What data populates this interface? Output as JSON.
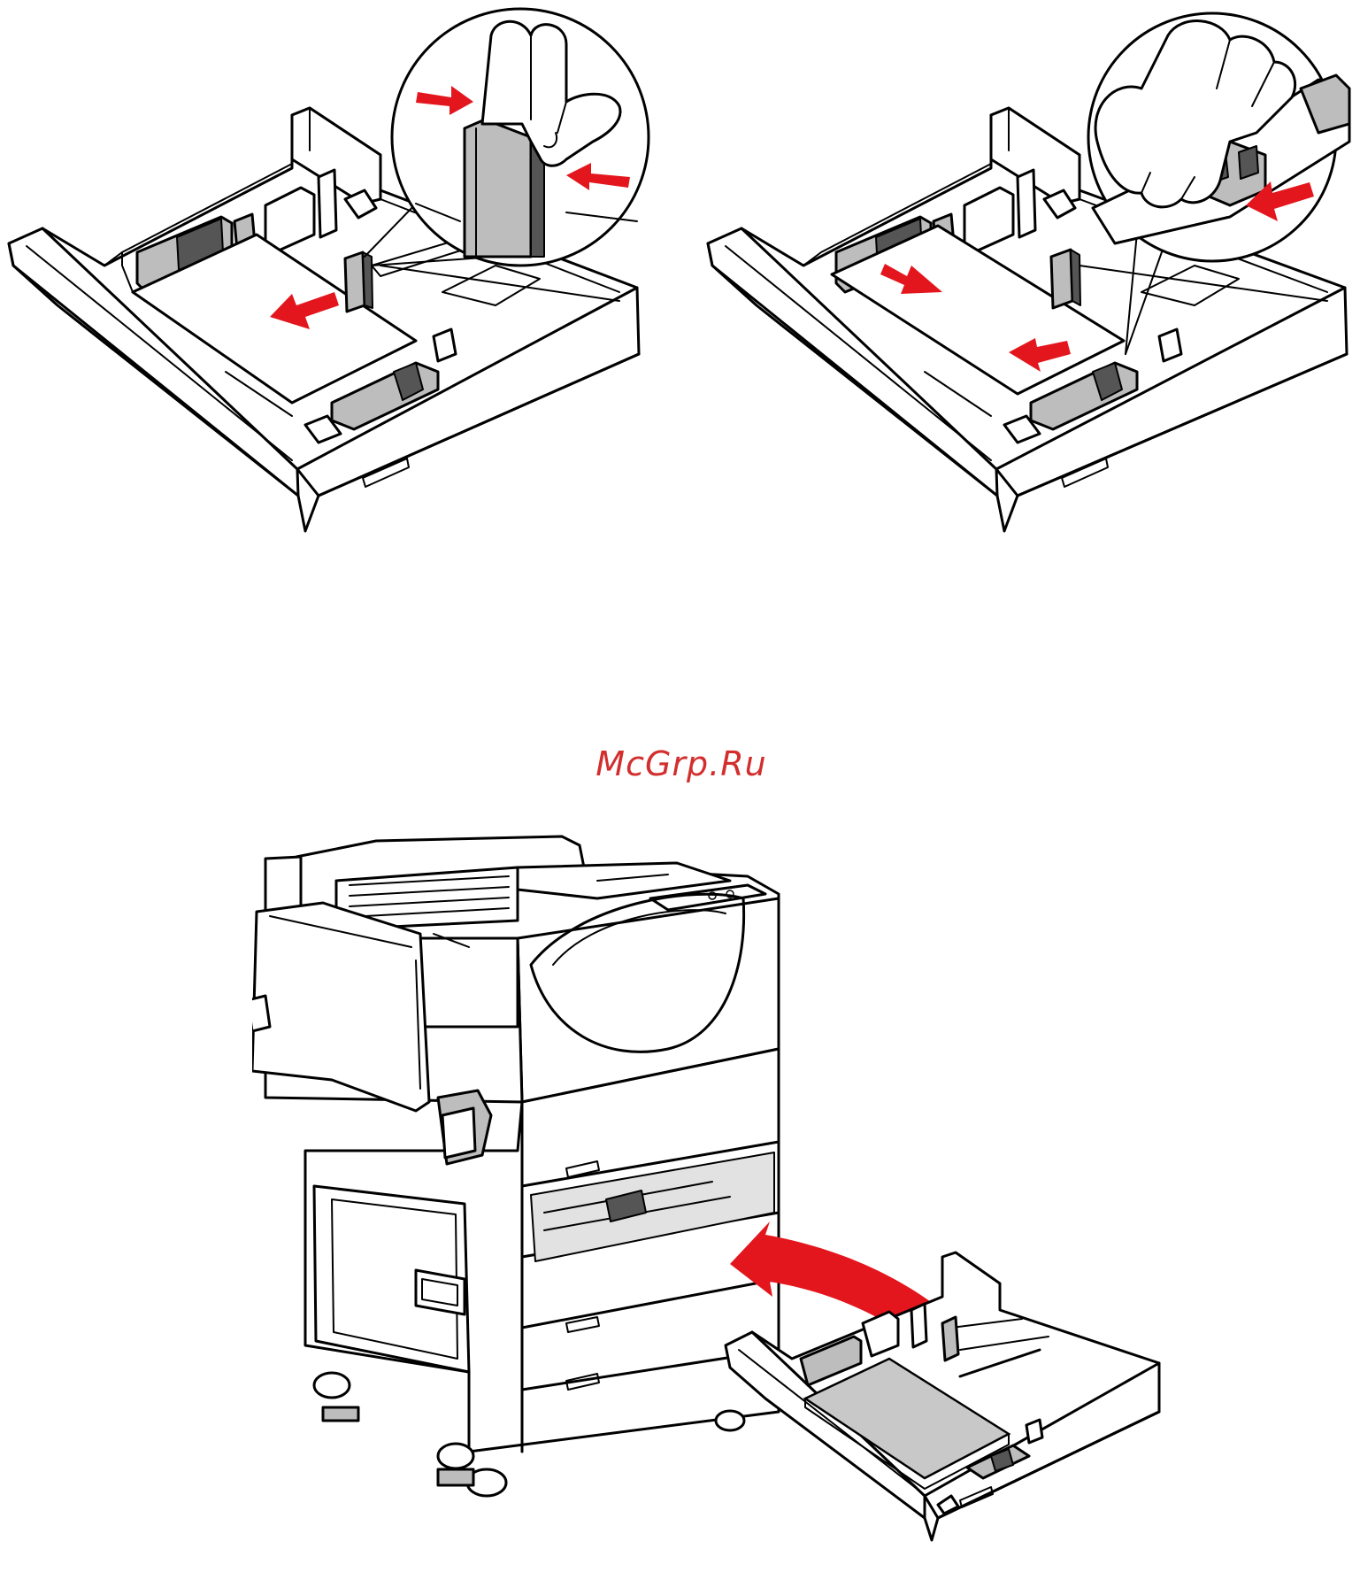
{
  "watermark": {
    "text": "McGrp.Ru",
    "color": "#d32e2e"
  },
  "colors": {
    "arrow": "#e3161d",
    "line": "#000000",
    "paper_fill": "#ffffff",
    "guide_fill": "#bdbdbd",
    "paper_stack_fill": "#c8c8c8"
  },
  "panels": [
    {
      "id": "squeeze-length-guide",
      "icons": [
        "paper-tray-icon",
        "hand-icon",
        "red-arrow-icon"
      ]
    },
    {
      "id": "squeeze-width-guide",
      "icons": [
        "paper-tray-icon",
        "hand-icon",
        "red-arrow-icon"
      ]
    },
    {
      "id": "insert-tray-into-printer",
      "icons": [
        "printer-icon",
        "paper-tray-icon",
        "curved-red-arrow-icon"
      ]
    }
  ]
}
